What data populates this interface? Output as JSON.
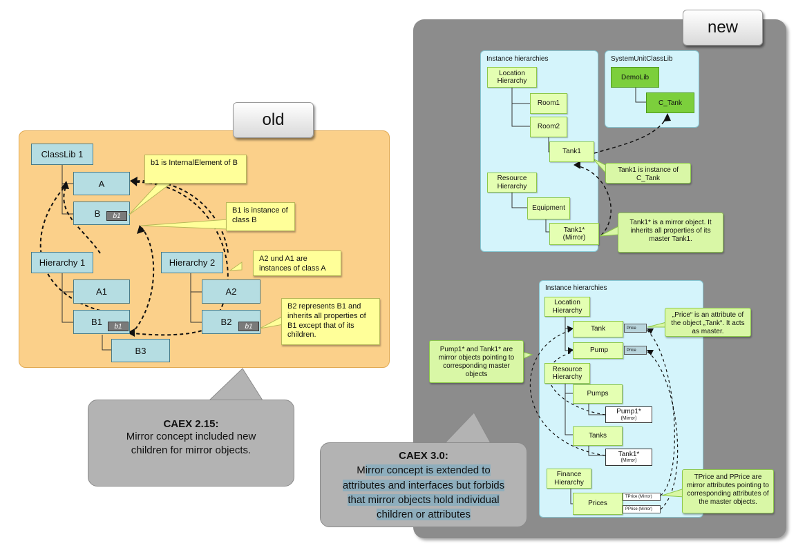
{
  "labels": {
    "old": "old",
    "new": "new"
  },
  "old": {
    "classlib": "ClassLib 1",
    "class_a": "A",
    "class_b": "B",
    "b1_tag": "b1",
    "hierarchy1": "Hierarchy 1",
    "a1": "A1",
    "b1": "B1",
    "b1_tag2": "b1",
    "b3": "B3",
    "hierarchy2": "Hierarchy 2",
    "a2": "A2",
    "b2": "B2",
    "b1_tag3": "b1",
    "note_internal": "b1 is InternalElement of B",
    "note_instance_b": "B1 is instance of class B",
    "note_instances_a": "A2 und A1 are instances of class A",
    "note_b2": "B2 represents B1 and inherits all properties of B1 except that of its children."
  },
  "caex215": {
    "title": "CAEX 2.15:",
    "text": "Mirror concept included new children for mirror objects."
  },
  "caex30": {
    "title": "CAEX 3.0:",
    "line1_plain": "M",
    "line1_hl": "irror concept is extended to",
    "line2": "attributes and interfaces but forbids",
    "line3": "that mirror objects hold individual",
    "line4": "children or attributes"
  },
  "new_top": {
    "ih_title": "Instance hierarchies",
    "location": "Location Hierarchy",
    "room1": "Room1",
    "room2": "Room2",
    "tank1": "Tank1",
    "resource": "Resource Hierarchy",
    "equipment": "Equipment",
    "tank1_mirror": "Tank1* (Mirror)",
    "sucl_title": "SystemUnitClassLib",
    "demolib": "DemoLib",
    "c_tank": "C_Tank",
    "note_instance": "Tank1 is instance of C_Tank",
    "note_mirror": "Tank1* is a mirror object. It inherits all properties of its master Tank1."
  },
  "new_bottom": {
    "ih_title": "Instance hierarchies",
    "location": "Location Hierarchy",
    "tank": "Tank",
    "price1": "Price",
    "pump": "Pump",
    "price2": "Price",
    "resource": "Resource Hierarchy",
    "pumps": "Pumps",
    "pump1_mirror": "Pump1*",
    "mirror1": "(Mirror)",
    "tanks": "Tanks",
    "tank1_mirror": "Tank1*",
    "mirror2": "(Mirror)",
    "finance": "Finance Hierarchy",
    "prices": "Prices",
    "tprice": "TPrice (Mirror)",
    "pprice": "PPrice (Mirror)",
    "note_price": "„Price“ is an attribute of the object „Tank“. It acts as master.",
    "note_pump": "Pump1* and Tank1* are mirror objects pointing to corresponding master objects",
    "note_tprice": "TPrice and PPrice are mirror attributes pointing to corresponding attributes of the master objects."
  },
  "colors": {
    "old_panel": "#fbd08a",
    "new_panel": "#8c8c8c",
    "class_box": "#b5dde2",
    "note_yellow": "#ffff99",
    "green": "#e4ffb2",
    "highlight": "#8eaebd"
  }
}
